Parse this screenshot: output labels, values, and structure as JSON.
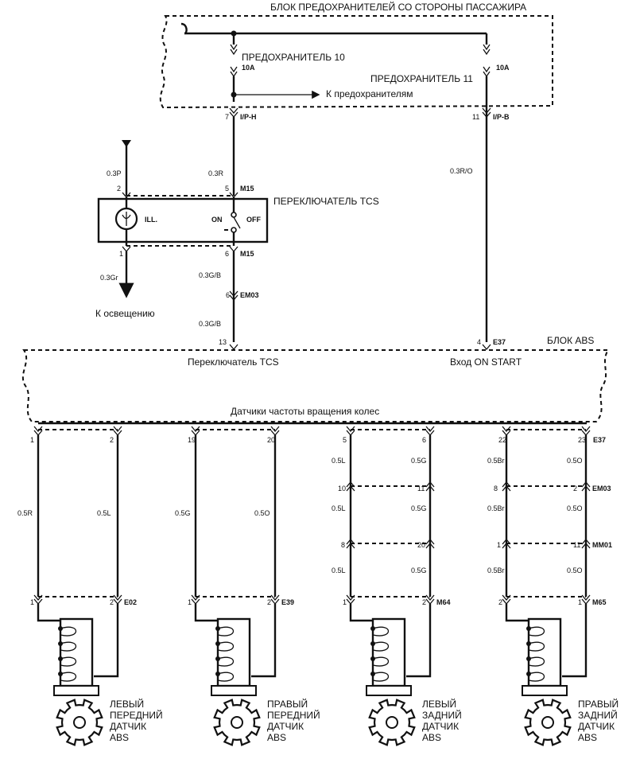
{
  "fuse_box": {
    "title": "БЛОК ПРЕДОХРАНИТЕЛЕЙ СО СТОРОНЫ ПАССАЖИРА",
    "fuse10_label": "ПРЕДОХРАНИТЕЛЬ 10",
    "fuse10_rating": "10A",
    "fuse11_label": "ПРЕДОХРАНИТЕЛЬ 11",
    "fuse11_rating": "10A",
    "to_fuses": "К предохранителям",
    "pin_left": "7",
    "conn_left": "I/P-H",
    "pin_right": "11",
    "conn_right": "I/P-B"
  },
  "tcs_switch": {
    "title": "ПЕРЕКЛЮЧАТЕЛЬ TCS",
    "ill": "ILL.",
    "on": "ON",
    "off": "OFF",
    "pin_tl": "2",
    "pin_tr": "5",
    "conn_top": "M15",
    "pin_bl": "1",
    "pin_br": "6",
    "conn_bottom": "M15"
  },
  "wires": {
    "w_03p": "0.3P",
    "w_03r": "0.3R",
    "w_03ro": "0.3R/O",
    "w_03gr": "0.3Gr",
    "w_03gb_1": "0.3G/B",
    "w_03gb_2": "0.3G/B",
    "em03_pin": "6",
    "em03": "EM03",
    "to_light": "К освещению"
  },
  "abs_block": {
    "title": "БЛОК ABS",
    "pin_tcs": "13",
    "pin_on": "4",
    "conn": "E37",
    "tcs_input": "Переключатель TCS",
    "on_input": "Вход ON START",
    "sensors_bus": "Датчики частоты вращения колес",
    "bottom_conn": "E37"
  },
  "sensors": [
    {
      "pins": [
        "1",
        "2"
      ],
      "wire_l": "0.5R",
      "wire_r": "0.5L",
      "bottom_pins": [
        "1",
        "2"
      ],
      "conn": "E02",
      "name_lines": [
        "ЛЕВЫЙ",
        "ПЕРЕДНИЙ",
        "ДАТЧИК",
        "ABS"
      ]
    },
    {
      "pins": [
        "19",
        "20"
      ],
      "wire_l": "0.5G",
      "wire_r": "0.5O",
      "bottom_pins": [
        "1",
        "2"
      ],
      "conn": "E39",
      "name_lines": [
        "ПРАВЫЙ",
        "ПЕРЕДНИЙ",
        "ДАТЧИК",
        "ABS"
      ]
    },
    {
      "pins": [
        "5",
        "6"
      ],
      "wire_l": "0.5L",
      "wire_r": "0.5G",
      "em_pins": [
        "10",
        "11"
      ],
      "em_conn": "",
      "wire_l2": "0.5L",
      "wire_r2": "0.5G",
      "mm_pins": [
        "8",
        "20"
      ],
      "mm_conn": "",
      "wire_l3": "0.5L",
      "wire_r3": "0.5G",
      "bottom_pins": [
        "1",
        "2"
      ],
      "conn": "M64",
      "name_lines": [
        "ЛЕВЫЙ",
        "ЗАДНИЙ",
        "ДАТЧИК",
        "ABS"
      ]
    },
    {
      "pins": [
        "22",
        "23"
      ],
      "wire_l": "0.5Br",
      "wire_r": "0.5O",
      "em_pins": [
        "8",
        "2"
      ],
      "em_conn": "EM03",
      "wire_l2": "0.5Br",
      "wire_r2": "0.5O",
      "mm_pins": [
        "1",
        "11"
      ],
      "mm_conn": "MM01",
      "wire_l3": "0.5Br",
      "wire_r3": "0.5O",
      "bottom_pins": [
        "2",
        "1"
      ],
      "conn": "M65",
      "name_lines": [
        "ПРАВЫЙ",
        "ЗАДНИЙ",
        "ДАТЧИК",
        "ABS"
      ]
    }
  ]
}
